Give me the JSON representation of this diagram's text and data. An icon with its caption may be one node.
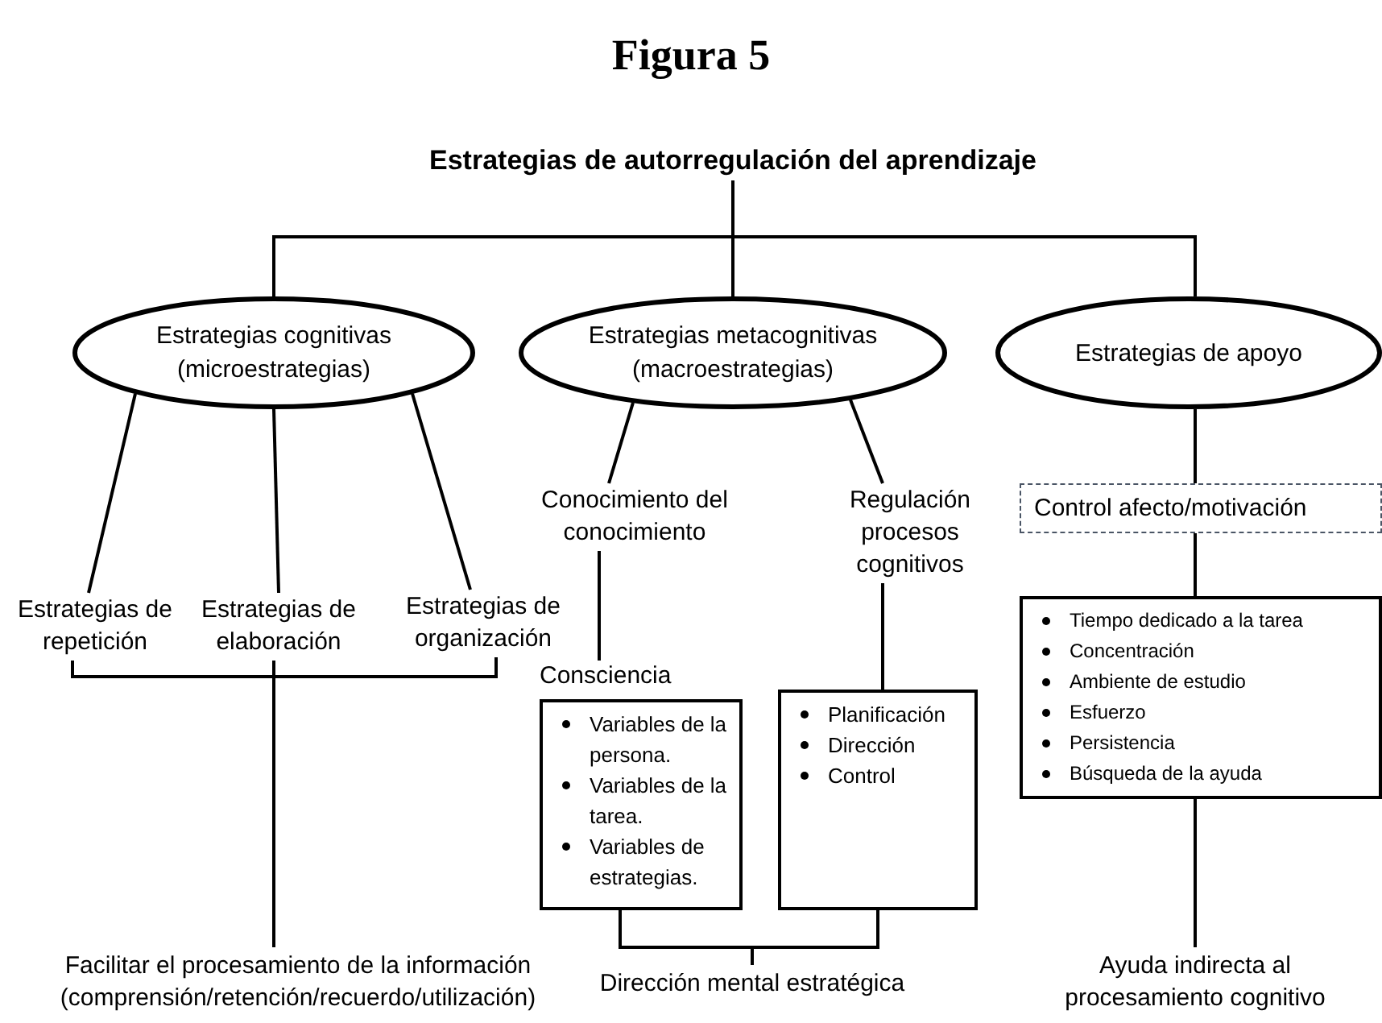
{
  "diagram": {
    "title": "Figura 5",
    "nodes": [
      {
        "text": [
          "Estrategias de autorregulación del aprendizaje"
        ]
      },
      {
        "text": [
          "Estrategias cognitivas (microestrategias)"
        ]
      },
      {
        "text": [
          "Estrategias metacognitivas (macroestrategias)"
        ]
      },
      {
        "text": [
          "Estrategias de apoyo"
        ]
      },
      {
        "text": [
          "Estrategias de repetición"
        ]
      },
      {
        "text": [
          "Estrategias de elaboración"
        ]
      },
      {
        "text": [
          "Estrategias de organización"
        ]
      },
      {
        "text": [
          "Conocimiento del conocimiento"
        ]
      },
      {
        "text": [
          "Regulación procesos cognitivos"
        ]
      },
      {
        "text": [
          "Control afecto/motivación"
        ]
      },
      {
        "text": [
          "Consciencia",
          "Variables de la persona.",
          "Variables de la tarea.",
          "Variables de estrategias."
        ]
      },
      {
        "text": [
          "Planificación",
          "Dirección",
          "Control"
        ]
      },
      {
        "text": [
          "Tiempo dedicado a la tarea",
          "Concentración",
          "Ambiente de estudio",
          "Esfuerzo",
          "Persistencia",
          "Búsqueda de la ayuda"
        ]
      },
      {
        "text": [
          "Facilitar el procesamiento de la información (comprensión/retención/recuerdo/utilización)"
        ]
      },
      {
        "text": [
          "Dirección mental estratégica"
        ]
      },
      {
        "text": [
          "Ayuda indirecta al procesamiento cognitivo"
        ]
      }
    ],
    "edges": [
      {
        "from": 0,
        "to": 1,
        "arrow": "none"
      },
      {
        "from": 0,
        "to": 2,
        "arrow": "none"
      },
      {
        "from": 0,
        "to": 3,
        "arrow": "none"
      },
      {
        "from": 1,
        "to": 4,
        "arrow": "none"
      },
      {
        "from": 1,
        "to": 5,
        "arrow": "none"
      },
      {
        "from": 1,
        "to": 6,
        "arrow": "none"
      },
      {
        "from": 2,
        "to": 7,
        "arrow": "none"
      },
      {
        "from": 2,
        "to": 8,
        "arrow": "none"
      },
      {
        "from": 3,
        "to": 9,
        "arrow": "none"
      },
      {
        "from": 7,
        "to": 10,
        "arrow": "none"
      },
      {
        "from": 8,
        "to": 11,
        "arrow": "none"
      },
      {
        "from": 9,
        "to": 12,
        "arrow": "none"
      },
      {
        "from": 4,
        "to": 13,
        "arrow": "none"
      },
      {
        "from": 5,
        "to": 13,
        "arrow": "none"
      },
      {
        "from": 6,
        "to": 13,
        "arrow": "none"
      },
      {
        "from": 10,
        "to": 14,
        "arrow": "none"
      },
      {
        "from": 11,
        "to": 14,
        "arrow": "none"
      },
      {
        "from": 12,
        "to": 15,
        "arrow": "none"
      }
    ]
  }
}
